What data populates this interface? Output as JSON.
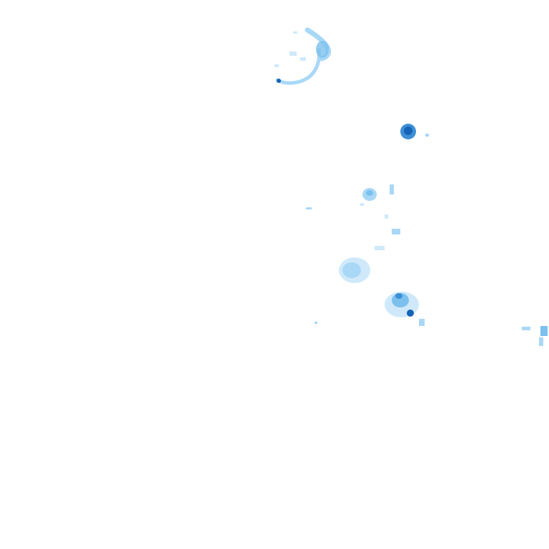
{
  "overlay": {
    "type": "precipitation-radar-tile",
    "background_color": "#ffffff",
    "color_scale": {
      "very_light": "#cfe9fb",
      "light": "#a9d8f7",
      "moderate": "#7cc0ee",
      "heavy": "#3d8fd6",
      "very_heavy": "#1763b5",
      "core": "#0b4a94"
    },
    "echoes": [
      {
        "name": "echo-north-arc",
        "intensity": "light"
      },
      {
        "name": "echo-cell-northeast",
        "intensity": "very_heavy"
      },
      {
        "name": "echo-central-cluster",
        "intensity": "moderate"
      },
      {
        "name": "echo-central-band",
        "intensity": "light"
      },
      {
        "name": "echo-west-patch",
        "intensity": "light"
      },
      {
        "name": "echo-south-cell",
        "intensity": "heavy"
      },
      {
        "name": "echo-east-edge",
        "intensity": "moderate"
      }
    ]
  }
}
